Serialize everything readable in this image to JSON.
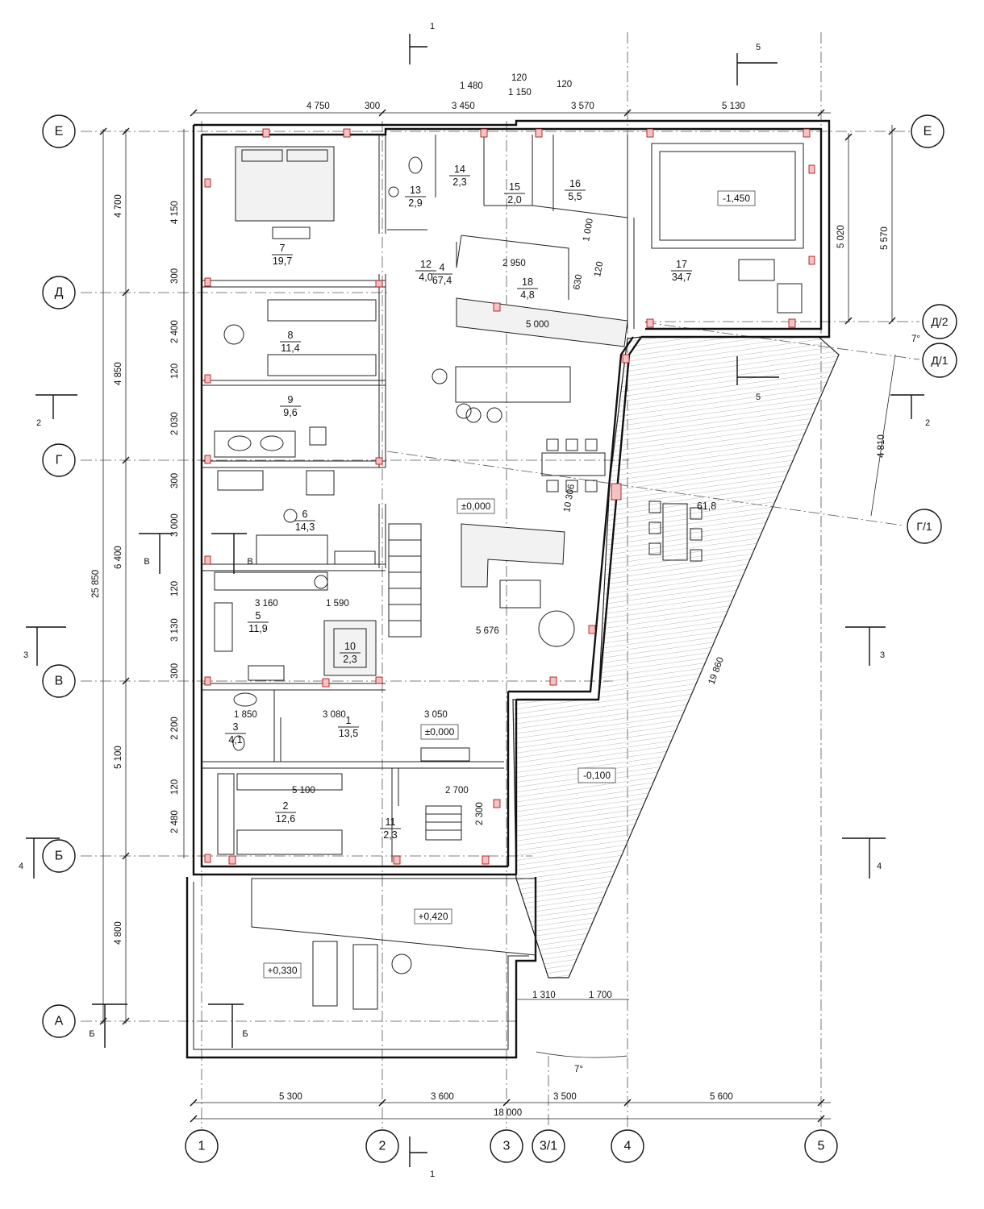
{
  "grid_axes": {
    "vertical": [
      {
        "id": "ax-1",
        "label": "1"
      },
      {
        "id": "ax-2",
        "label": "2"
      },
      {
        "id": "ax-3",
        "label": "3"
      },
      {
        "id": "ax-3-1",
        "label": "3/1"
      },
      {
        "id": "ax-4",
        "label": "4"
      },
      {
        "id": "ax-5",
        "label": "5"
      }
    ],
    "horizontal": [
      {
        "id": "ax-e",
        "label": "Е"
      },
      {
        "id": "ax-d",
        "label": "Д"
      },
      {
        "id": "ax-g",
        "label": "Г"
      },
      {
        "id": "ax-v",
        "label": "В"
      },
      {
        "id": "ax-b",
        "label": "Б"
      },
      {
        "id": "ax-a",
        "label": "А"
      },
      {
        "id": "ax-d2",
        "label": "Д/2"
      },
      {
        "id": "ax-d1",
        "label": "Д/1"
      },
      {
        "id": "ax-g1",
        "label": "Г/1"
      }
    ]
  },
  "dimensions": {
    "top": [
      "4 750",
      "300",
      "3 450",
      "3 570",
      "5 130"
    ],
    "top_extra": [
      "1 480",
      "120",
      "1 150",
      "120"
    ],
    "bottom": [
      "5 300",
      "3 600",
      "3 500",
      "5 600"
    ],
    "bottom_total": "18 000",
    "left_outer": [
      "4 700",
      "4 850",
      "6 400",
      "5 100",
      "4 800"
    ],
    "left_total": "25 850",
    "left_inner": [
      "4 150",
      "300",
      "2 400",
      "120",
      "2 030",
      "300",
      "3 000",
      "120",
      "3 130",
      "300",
      "2 200",
      "120",
      "2 480"
    ],
    "right": [
      "5 020",
      "5 570",
      "4 810",
      "7°"
    ],
    "interior": [
      "2 950",
      "1 000",
      "630",
      "120",
      "5 000",
      "10 306",
      "3 160",
      "1 590",
      "5 676",
      "1 850",
      "3 080",
      "3 050",
      "5 100",
      "2 700",
      "2 300",
      "19 860",
      "1 310",
      "1 700",
      "7°"
    ]
  },
  "rooms": [
    {
      "number": "1",
      "area": "13,5"
    },
    {
      "number": "2",
      "area": "12,6"
    },
    {
      "number": "3",
      "area": "4,1"
    },
    {
      "number": "4",
      "area": "67,4"
    },
    {
      "number": "5",
      "area": "11,9"
    },
    {
      "number": "6",
      "area": "14,3"
    },
    {
      "number": "7",
      "area": "19,7"
    },
    {
      "number": "8",
      "area": "11,4"
    },
    {
      "number": "9",
      "area": "9,6"
    },
    {
      "number": "10",
      "area": "2,3"
    },
    {
      "number": "11",
      "area": "2,3"
    },
    {
      "number": "12",
      "area": "4,0"
    },
    {
      "number": "13",
      "area": "2,9"
    },
    {
      "number": "14",
      "area": "2,3"
    },
    {
      "number": "15",
      "area": "2,0"
    },
    {
      "number": "16",
      "area": "5,5"
    },
    {
      "number": "17",
      "area": "34,7"
    },
    {
      "number": "18",
      "area": "4,8"
    }
  ],
  "terrace_area": "61,8",
  "levels": [
    "±0,000",
    "±0,000",
    "-1,450",
    "-0,100",
    "+0,420",
    "+0,330"
  ],
  "section_marks": {
    "s1": "1",
    "s2": "2",
    "s3": "3",
    "s4": "4",
    "s5": "5",
    "sB": "Б",
    "sV": "В"
  },
  "colors": {
    "wall": "#e6e6e6",
    "column": "#f4c2c2",
    "line": "#111111"
  }
}
